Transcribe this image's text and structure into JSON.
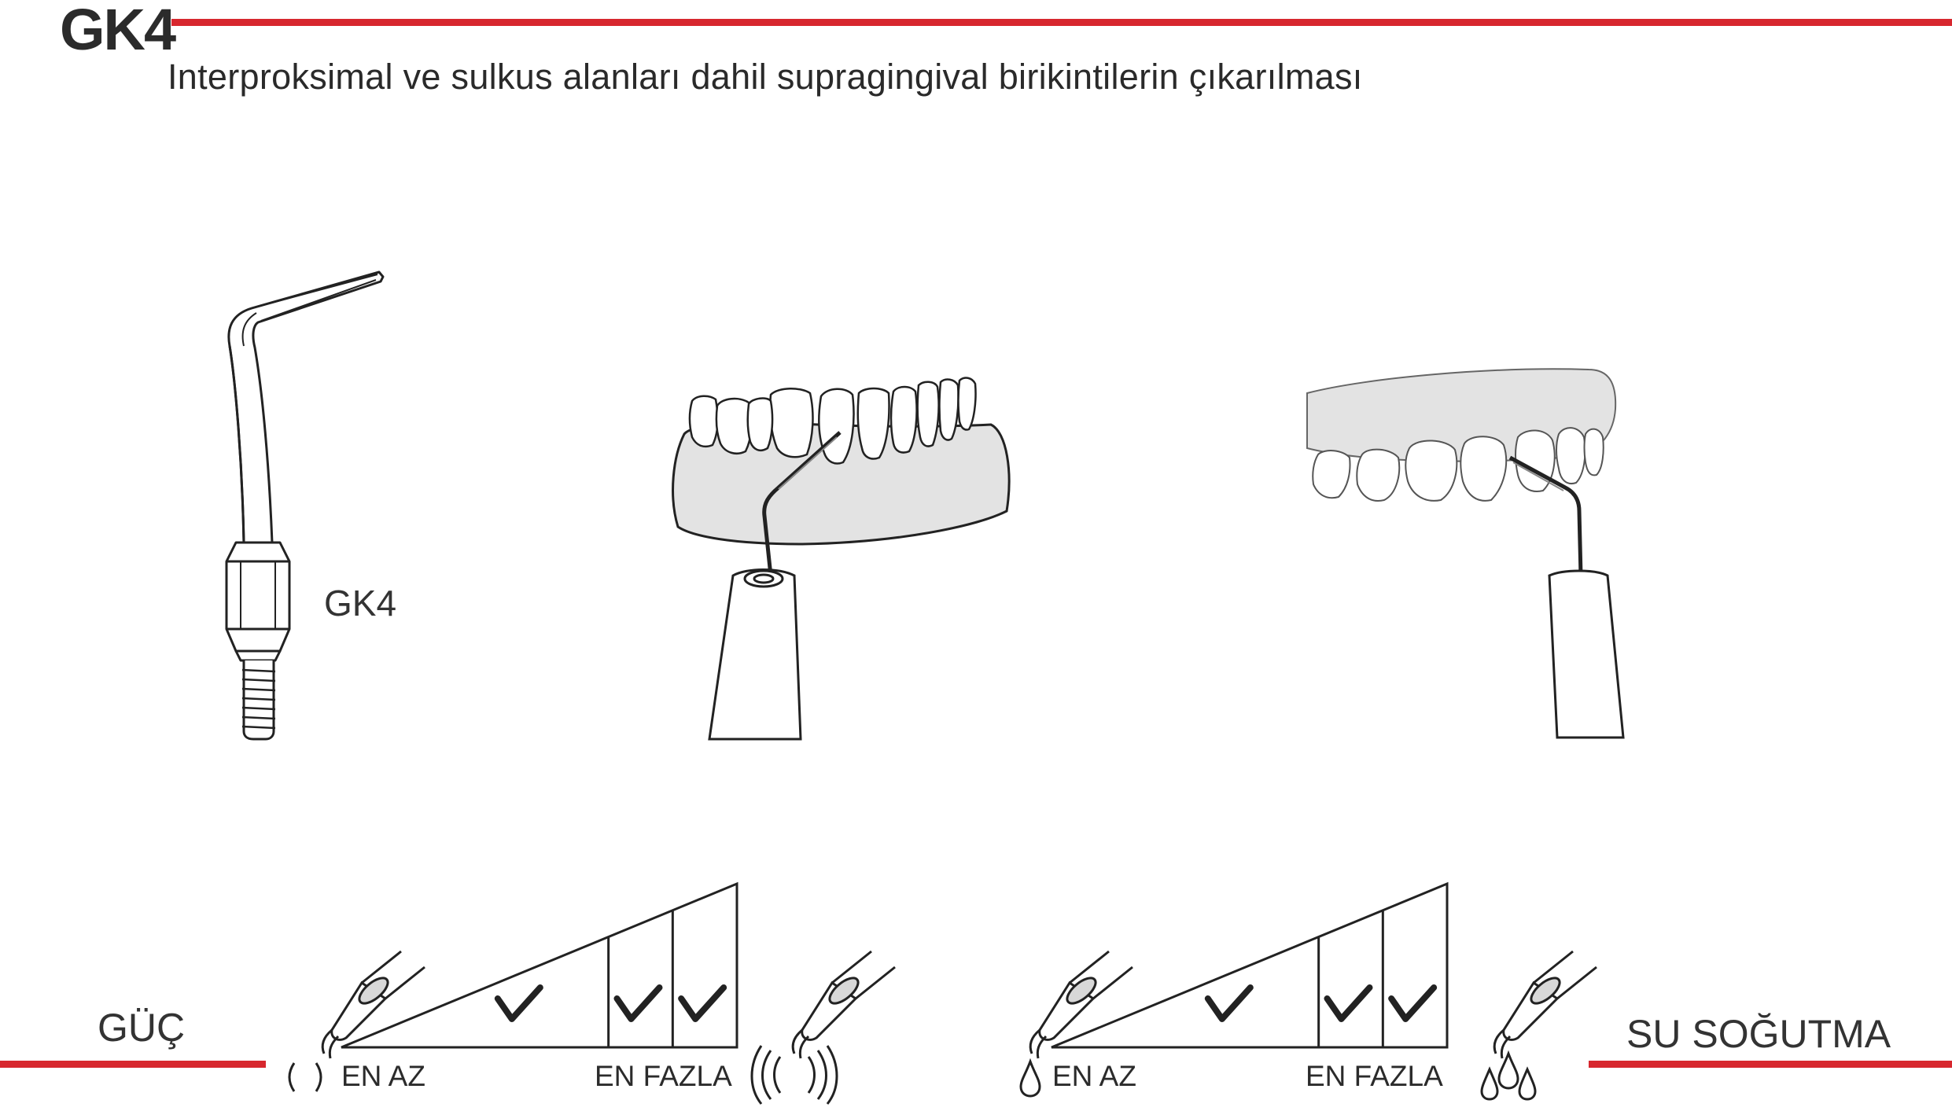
{
  "header": {
    "title": "GK4",
    "subtitle": "Interproksimal ve sulkus alanları dahil supragingival birikintilerin çıkarılması"
  },
  "tip_illustration": {
    "label": "GK4"
  },
  "power_scale": {
    "label": "GÜÇ",
    "min_label": "EN AZ",
    "max_label": "EN FAZLA",
    "levels": [
      {
        "checked": true
      },
      {
        "checked": true
      },
      {
        "checked": true
      }
    ]
  },
  "water_scale": {
    "label": "SU SOĞUTMA",
    "min_label": "EN AZ",
    "max_label": "EN FAZLA",
    "levels": [
      {
        "checked": true
      },
      {
        "checked": true
      },
      {
        "checked": true
      }
    ]
  },
  "colors": {
    "accent_red": "#d7272e",
    "gum_gray": "#e3e3e3",
    "line_dark": "#222222"
  },
  "icons": {
    "check": "check-icon",
    "vibration_low": "vibration-low-icon",
    "vibration_high": "vibration-high-icon",
    "water_drop_low": "water-drop-low-icon",
    "water_drop_high": "water-drops-high-icon",
    "handpiece": "handpiece-icon"
  }
}
